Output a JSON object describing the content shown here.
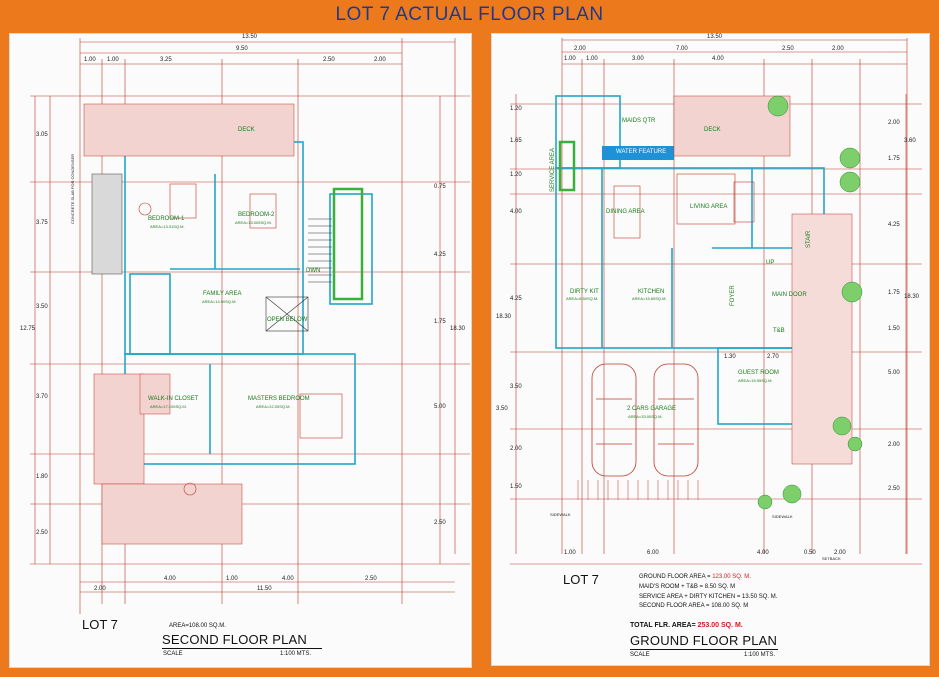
{
  "page_title": "LOT 7 ACTUAL FLOOR PLAN",
  "second_floor": {
    "lot": "LOT 7",
    "area": "AREA=108.00 SQ.M.",
    "plan_title": "SECOND FLOOR PLAN",
    "scale_label": "SCALE",
    "scale_value": "1:100 MTS.",
    "rooms": {
      "deck": "DECK",
      "bedroom1": "BEDROOM-1",
      "bedroom1_area": "AREA=13.31SQ.M.",
      "bedroom2": "BEDROOM-2",
      "bedroom2_area": "AREA=13.005SQ.M.",
      "family": "FAMILY AREA",
      "family_area": "AREA=14.00SQ.M.",
      "open_below": "OPEN BELOW",
      "dwn": "DWN",
      "walkin": "WALK-IN CLOSET",
      "walkin_area": "AREA=17.105SQ.M.",
      "master": "MASTERS BEDROOM",
      "master_area": "AREA=22.00SQ.M.",
      "concrete": "CONCRETE SLAB FOR CONDENSER"
    },
    "dims_top": [
      "13.50",
      "9.50",
      "1.00",
      "1.00",
      "3.25",
      "2.50",
      "2.00"
    ],
    "dims_bottom": [
      "4.00",
      "1.00",
      "4.00",
      "2.50",
      "2.00",
      "11.50"
    ],
    "dims_left": [
      "3.05",
      "3.75",
      "3.50",
      "12.75",
      "3.70",
      "1.80",
      "2.50"
    ],
    "dims_right": [
      "0.75",
      "4.25",
      "1.75",
      "18.30",
      "5.00",
      "2.50"
    ]
  },
  "ground_floor": {
    "lot": "LOT 7",
    "plan_title": "GROUND FLOOR PLAN",
    "scale_label": "SCALE",
    "scale_value": "1:100 MTS.",
    "rooms": {
      "maids": "MAIDS QTR",
      "deck": "DECK",
      "water": "WATER FEATURE",
      "service": "SERVICE AREA",
      "dining": "DINING AREA",
      "living": "LIVING AREA",
      "dirty": "DIRTY KIT",
      "dirty_area": "AREA=8.50SQ.M.",
      "kitchen": "KITCHEN",
      "kitchen_area": "AREA=15.60SQ.M.",
      "up": "UP",
      "main_door": "MAIN DOOR",
      "foyer": "FOYER",
      "stair": "STAIR",
      "tb": "T&B",
      "guest": "GUEST ROOM",
      "guest_area": "AREA=15.95SQ.M.",
      "garage": "2 CARS GARAGE",
      "garage_area": "AREA=33.00SQ.M.",
      "sidewalk_l": "SIDEWALK",
      "sidewalk_r": "SIDEWALK",
      "setback": "SETBACK"
    },
    "summary": {
      "ground_label": "GROUND FLOOR AREA = ",
      "ground_val": "123.00 SQ. M.",
      "maids": "MAID'S ROOM + T&B = 8.50 SQ. M",
      "service": "SERVICE AREA + DIRTY KITCHEN = 13.50 SQ. M.",
      "second": "SECOND FLOOR AREA = 108.00 SQ. M",
      "total_label": "TOTAL FLR. AREA= ",
      "total_val": "253.00 SQ. M."
    },
    "dims_top": [
      "13.50",
      "2.00",
      "7.00",
      "2.50",
      "2.00",
      "1.00",
      "1.00",
      "3.00",
      "4.00"
    ],
    "dims_bottom": [
      "1.00",
      "6.00",
      "4.00",
      "0.50",
      "2.00",
      "1.30",
      "2.70"
    ],
    "dims_left": [
      "1.20",
      "1.65",
      "1.20",
      "4.00",
      "4.25",
      "18.30",
      "3.50",
      "3.50",
      "2.00",
      "1.50"
    ],
    "dims_right": [
      "2.00",
      "1.75",
      "3.60",
      "4.25",
      "1.75",
      "18.30",
      "1.50",
      "5.00",
      "2.00",
      "2.50"
    ]
  }
}
